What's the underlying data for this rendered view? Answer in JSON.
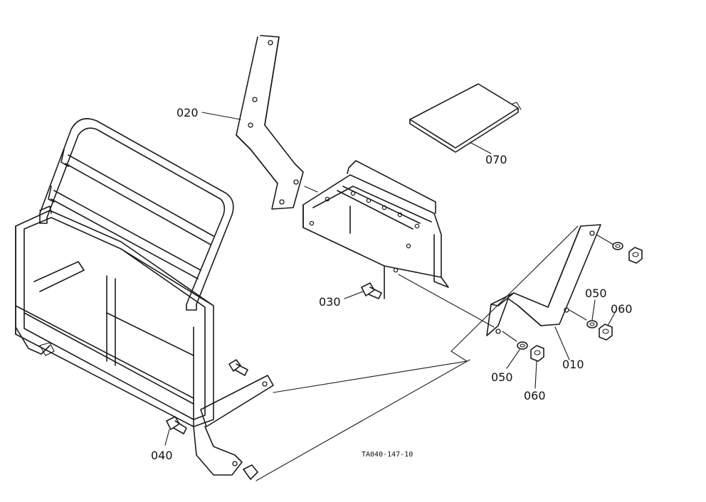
{
  "diagram": {
    "drawing_code": "TA040-147-10",
    "parts": [
      {
        "id": "010",
        "label": "010"
      },
      {
        "id": "020",
        "label": "020"
      },
      {
        "id": "030",
        "label": "030"
      },
      {
        "id": "040",
        "label": "040"
      },
      {
        "id": "050a",
        "label": "050"
      },
      {
        "id": "050b",
        "label": "050"
      },
      {
        "id": "060a",
        "label": "060"
      },
      {
        "id": "060b",
        "label": "060"
      },
      {
        "id": "070",
        "label": "070"
      }
    ]
  }
}
